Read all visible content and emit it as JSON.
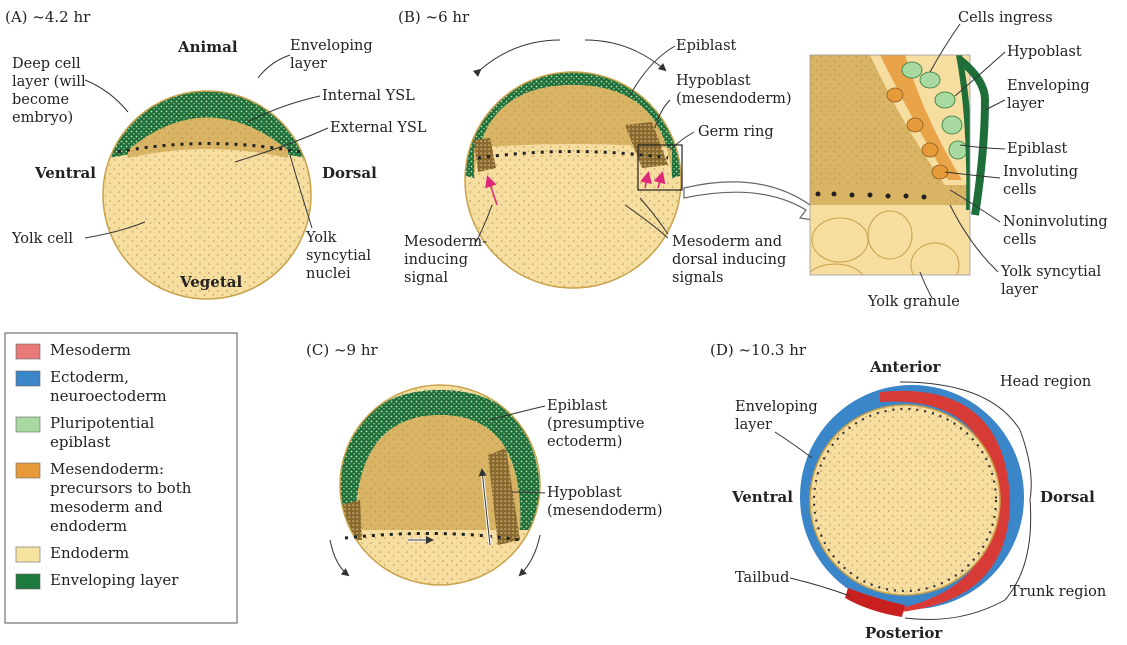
{
  "panels": {
    "A": {
      "title": "(A)  ~4.2 hr",
      "animal": "Animal",
      "vegetal": "Vegetal",
      "ventral": "Ventral",
      "dorsal": "Dorsal",
      "deep_cell": [
        "Deep cell",
        "layer (will",
        "become",
        "embryo)"
      ],
      "enveloping": [
        "Enveloping",
        "layer"
      ],
      "internal_ysl": "Internal YSL",
      "external_ysl": "External YSL",
      "yolk_cell": "Yolk cell",
      "yolk_nuclei": [
        "Yolk",
        "syncytial",
        "nuclei"
      ]
    },
    "B": {
      "title": "(B)  ~6 hr",
      "epiblast": "Epiblast",
      "hypoblast": [
        "Hypoblast",
        "(mesendoderm)"
      ],
      "germ_ring": "Germ ring",
      "mesoderm_inducing": [
        "Mesoderm-",
        "inducing",
        "signal"
      ],
      "mesoderm_dorsal": [
        "Mesoderm and",
        "dorsal inducing",
        "signals"
      ]
    },
    "B_inset": {
      "cells_ingress": "Cells ingress",
      "hypoblast": "Hypoblast",
      "enveloping": [
        "Enveloping",
        "layer"
      ],
      "epiblast": "Epiblast",
      "involuting": [
        "Involuting",
        "cells"
      ],
      "noninvoluting": [
        "Noninvoluting",
        "cells"
      ],
      "ysl": [
        "Yolk syncytial",
        "layer"
      ],
      "yolk_granule": "Yolk granule"
    },
    "C": {
      "title": "(C)  ~9 hr",
      "epiblast": [
        "Epiblast",
        "(presumptive",
        "ectoderm)"
      ],
      "hypoblast": [
        "Hypoblast",
        "(mesendoderm)"
      ]
    },
    "D": {
      "title": "(D)  ~10.3 hr",
      "anterior": "Anterior",
      "posterior": "Posterior",
      "ventral": "Ventral",
      "dorsal": "Dorsal",
      "head_region": "Head region",
      "trunk_region": "Trunk region",
      "enveloping": [
        "Enveloping",
        "layer"
      ],
      "tailbud": "Tailbud"
    }
  },
  "legend": [
    {
      "lines": [
        "Mesoderm"
      ],
      "color": "#e87a7a"
    },
    {
      "lines": [
        "Ectoderm,",
        "neuroectoderm"
      ],
      "color": "#3a86c8"
    },
    {
      "lines": [
        "Pluripotential",
        "epiblast"
      ],
      "color": "#a8d9a0"
    },
    {
      "lines": [
        "Mesendoderm:",
        "precursors to both",
        "mesoderm and",
        "endoderm"
      ],
      "color": "#e69a3a"
    },
    {
      "lines": [
        "Endoderm"
      ],
      "color": "#f7e3a0"
    },
    {
      "lines": [
        "Enveloping layer"
      ],
      "color": "#1e7a3c"
    }
  ],
  "colors": {
    "enveloping": "#1e6e3a",
    "deep": "#d9b464",
    "yolk": "#f6dda0",
    "yolk_edge": "#c9a14a",
    "mesoderm_red": "#d83a36",
    "ectoderm_blue": "#3a86c8",
    "mesendoderm": "#9a7a3a"
  }
}
